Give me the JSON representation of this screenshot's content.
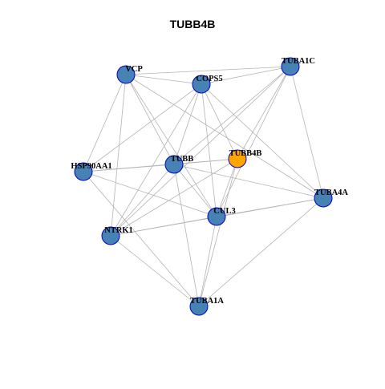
{
  "title": "TUBB4B",
  "colors": {
    "node_default": "#4682b4",
    "node_highlight": "#ffa500",
    "node_border": "#0000cd",
    "edge": "#b3b3b3",
    "background": "#ffffff"
  },
  "nodes": [
    {
      "id": "VCP",
      "label": "VCP",
      "highlight": false
    },
    {
      "id": "COPS5",
      "label": "COPS5",
      "highlight": false
    },
    {
      "id": "TUBA1C",
      "label": "TUBA1C",
      "highlight": false
    },
    {
      "id": "HSP90AA1",
      "label": "HSP90AA1",
      "highlight": false
    },
    {
      "id": "TUBB",
      "label": "TUBB",
      "highlight": false
    },
    {
      "id": "TUBB4B",
      "label": "TUBB4B",
      "highlight": true
    },
    {
      "id": "TUBA4A",
      "label": "TUBA4A",
      "highlight": false
    },
    {
      "id": "CUL3",
      "label": "CUL3",
      "highlight": false
    },
    {
      "id": "NTRK1",
      "label": "NTRK1",
      "highlight": false
    },
    {
      "id": "TUBA1A",
      "label": "TUBA1A",
      "highlight": false
    }
  ],
  "edges": [
    [
      "VCP",
      "COPS5"
    ],
    [
      "VCP",
      "TUBA1C"
    ],
    [
      "VCP",
      "HSP90AA1"
    ],
    [
      "VCP",
      "TUBB"
    ],
    [
      "VCP",
      "CUL3"
    ],
    [
      "VCP",
      "NTRK1"
    ],
    [
      "VCP",
      "TUBA4A"
    ],
    [
      "COPS5",
      "TUBA1C"
    ],
    [
      "COPS5",
      "TUBB"
    ],
    [
      "COPS5",
      "HSP90AA1"
    ],
    [
      "COPS5",
      "CUL3"
    ],
    [
      "COPS5",
      "NTRK1"
    ],
    [
      "COPS5",
      "TUBA4A"
    ],
    [
      "COPS5",
      "TUBB4B"
    ],
    [
      "TUBA1C",
      "TUBB"
    ],
    [
      "TUBA1C",
      "TUBB4B"
    ],
    [
      "TUBA1C",
      "TUBA4A"
    ],
    [
      "TUBA1C",
      "CUL3"
    ],
    [
      "TUBA1C",
      "NTRK1"
    ],
    [
      "HSP90AA1",
      "TUBB"
    ],
    [
      "HSP90AA1",
      "TUBB4B"
    ],
    [
      "HSP90AA1",
      "CUL3"
    ],
    [
      "HSP90AA1",
      "TUBA1A"
    ],
    [
      "TUBB",
      "TUBB4B"
    ],
    [
      "TUBB",
      "CUL3"
    ],
    [
      "TUBB",
      "NTRK1"
    ],
    [
      "TUBB",
      "TUBA1A"
    ],
    [
      "TUBB",
      "TUBA4A"
    ],
    [
      "TUBB4B",
      "CUL3"
    ],
    [
      "TUBB4B",
      "NTRK1"
    ],
    [
      "TUBB4B",
      "TUBA1A"
    ],
    [
      "TUBA4A",
      "CUL3"
    ],
    [
      "TUBA4A",
      "NTRK1"
    ],
    [
      "TUBA4A",
      "TUBA1A"
    ],
    [
      "CUL3",
      "NTRK1"
    ],
    [
      "CUL3",
      "TUBA1A"
    ],
    [
      "NTRK1",
      "TUBA1A"
    ]
  ]
}
